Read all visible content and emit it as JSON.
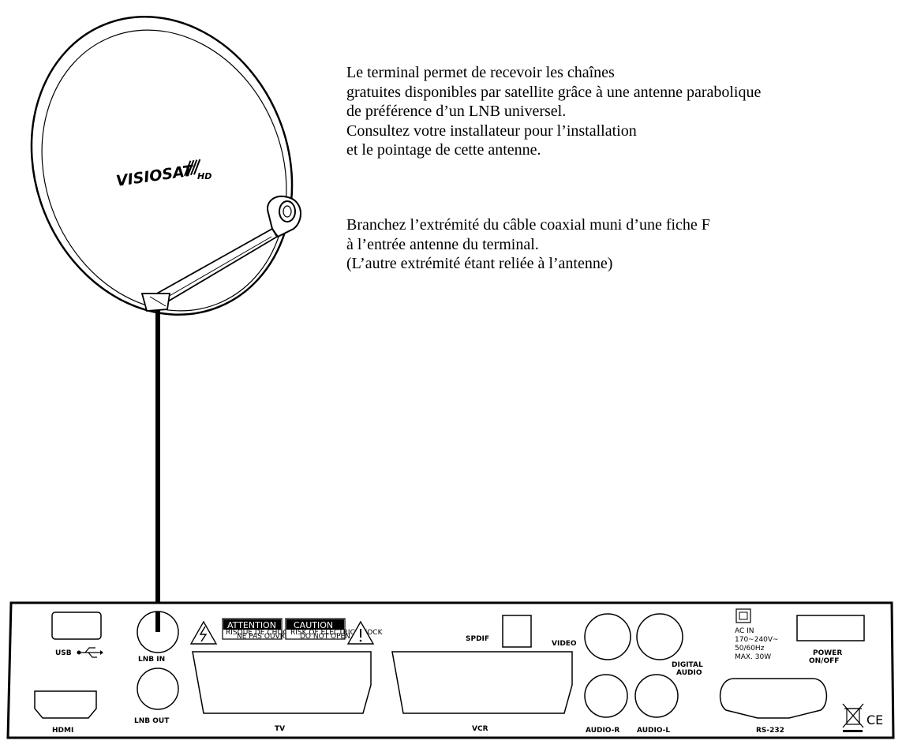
{
  "instructions": {
    "paragraph_1": [
      "Le terminal permet de recevoir les chaînes",
      "gratuites disponibles par satellite grâce à une antenne parabolique",
      "de préférence d’un LNB universel.",
      "Consultez votre installateur pour l’installation",
      "et le pointage de cette antenne."
    ],
    "paragraph_2": [
      "Branchez l’extrémité du câble coaxial muni d’une fiche F",
      "à l’entrée antenne du terminal.",
      "(L’autre extrémité étant reliée à l’antenne)"
    ]
  },
  "dish": {
    "brand": "VISIOSAT",
    "badge": "HD"
  },
  "panel": {
    "usb": "USB",
    "hdmi": "HDMI",
    "lnb_in": "LNB IN",
    "lnb_out": "LNB OUT",
    "attention": "ATTENTION",
    "attention_sub1": "RISQUE DE CHOC ELECTRIQUE",
    "attention_sub2": "NE PAS OUVRIR",
    "caution": "CAUTION",
    "caution_sub1": "RISK OF ELECTRIC SHOCK",
    "caution_sub2": "DO NOT OPEN",
    "tv": "TV",
    "vcr": "VCR",
    "spdif": "SPDIF",
    "video": "VIDEO",
    "digital_audio_1": "DIGITAL",
    "digital_audio_2": "AUDIO",
    "audio_r": "AUDIO-R",
    "audio_l": "AUDIO-L",
    "ac_in_1": "AC IN",
    "ac_in_2": "170~240V~",
    "ac_in_3": "50/60Hz",
    "ac_in_4": "MAX. 30W",
    "power_1": "POWER",
    "power_2": "ON/OFF",
    "rs232": "RS-232",
    "ce": "CE"
  }
}
